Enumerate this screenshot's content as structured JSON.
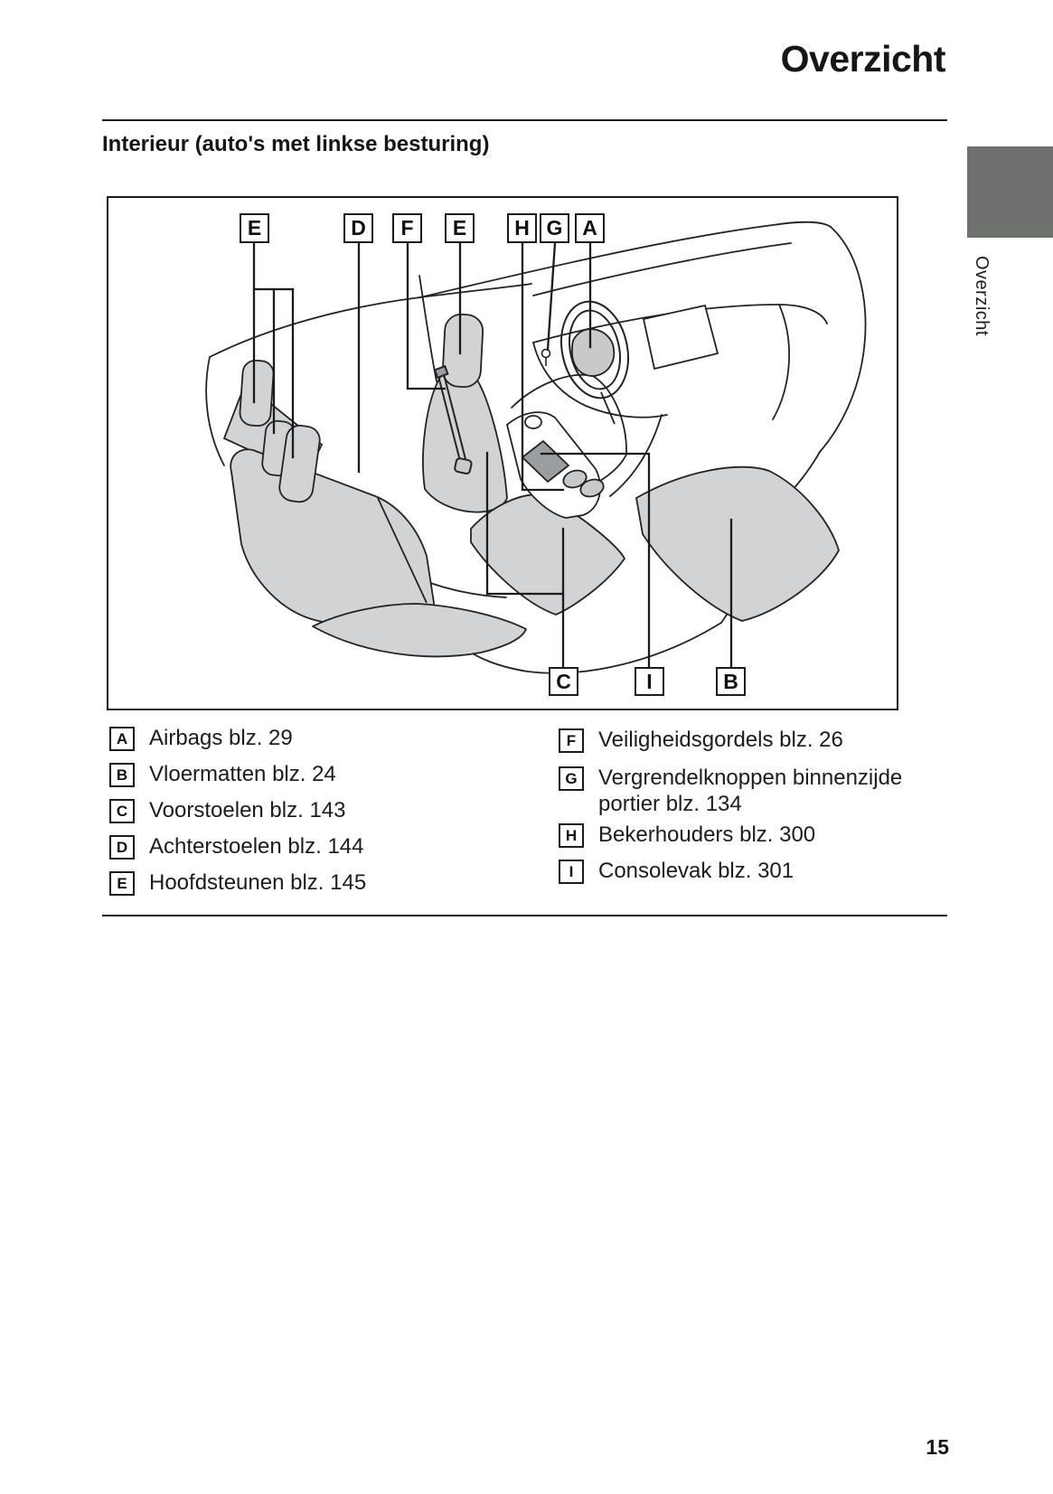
{
  "page": {
    "title": "Overzicht",
    "section_heading": "Interieur (auto's met linkse besturing)",
    "side_tab_label": "Overzicht",
    "page_number": "15"
  },
  "figure": {
    "description": "line-art of car interior, left-hand drive, viewed from rear left",
    "callouts_top": [
      {
        "letter": "E"
      },
      {
        "letter": "D"
      },
      {
        "letter": "F"
      },
      {
        "letter": "E"
      },
      {
        "letter": "H"
      },
      {
        "letter": "G"
      },
      {
        "letter": "A"
      }
    ],
    "callouts_bottom": [
      {
        "letter": "C"
      },
      {
        "letter": "I"
      },
      {
        "letter": "B"
      }
    ]
  },
  "legend": {
    "left": [
      {
        "letter": "A",
        "text": "Airbags blz. 29"
      },
      {
        "letter": "B",
        "text": "Vloermatten blz. 24"
      },
      {
        "letter": "C",
        "text": "Voorstoelen blz. 143"
      },
      {
        "letter": "D",
        "text": "Achterstoelen blz. 144"
      },
      {
        "letter": "E",
        "text": "Hoofdsteunen blz. 145"
      }
    ],
    "right": [
      {
        "letter": "F",
        "text": "Veiligheidsgordels blz. 26"
      },
      {
        "letter": "G",
        "text": "Vergrendelknoppen binnenzijde portier blz. 134"
      },
      {
        "letter": "H",
        "text": "Bekerhouders blz. 300"
      },
      {
        "letter": "I",
        "text": "Consolevak blz. 301"
      }
    ]
  },
  "colors": {
    "tab_gray": "#6F716E",
    "seat_gray": "#D2D3D4",
    "console_bin_gray": "#9B9EA0",
    "line": "#1B1B1B"
  }
}
